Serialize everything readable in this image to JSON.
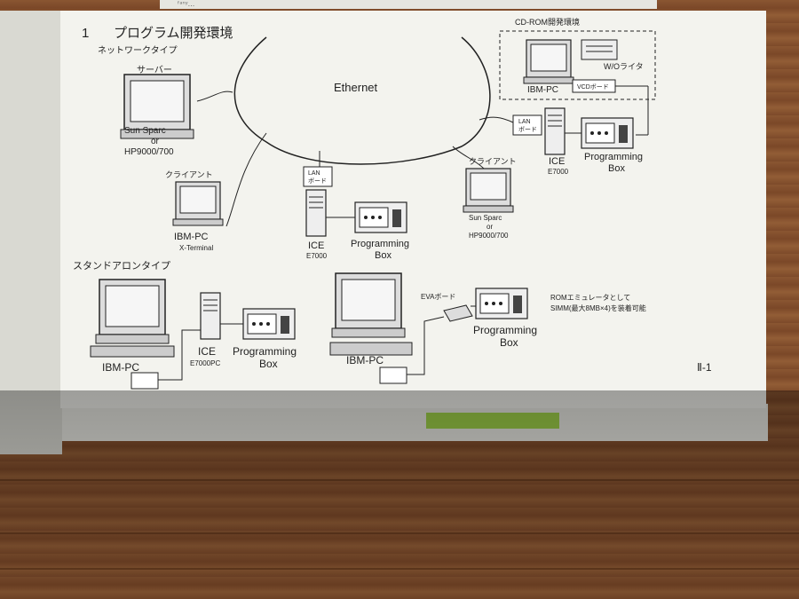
{
  "page": {
    "section_number": "1",
    "title": "プログラム開発環境",
    "page_number": "Ⅱ-1",
    "top_sliver_text": "ᶠᵃⁿʸ..."
  },
  "network": {
    "heading": "ネットワークタイプ",
    "cloud_label": "Ethernet",
    "server": {
      "heading": "サーバー",
      "line1": "Sun Sparc",
      "line2": "or",
      "line3": "HP9000/700"
    },
    "client_left": {
      "heading": "クライアント",
      "name": "IBM-PC",
      "sub": "X-Terminal"
    },
    "lan_center": {
      "line1": "LAN",
      "line2": "ボード"
    },
    "ice_center": {
      "name": "ICE",
      "model": "E7000"
    },
    "box_center": {
      "line1": "Programming",
      "line2": "Box"
    },
    "client_right": {
      "heading": "クライアント",
      "line1": "Sun Sparc",
      "line2": "or",
      "line3": "HP9000/700"
    },
    "cdrom": {
      "heading": "CD-ROM開発環境",
      "pc": "IBM-PC",
      "writer": "W/Oライタ",
      "vcd": "VCDボード"
    },
    "lan_right": {
      "line1": "LAN",
      "line2": "ボード"
    },
    "ice_right": {
      "name": "ICE",
      "model": "E7000"
    },
    "box_right": {
      "line1": "Programming",
      "line2": "Box"
    }
  },
  "standalone": {
    "heading": "スタンドアロンタイプ",
    "pc_left": "IBM-PC",
    "ice": {
      "name": "ICE",
      "model": "E7000PC"
    },
    "box_left": {
      "line1": "Programming",
      "line2": "Box"
    },
    "pc_right": "IBM-PC",
    "eva": "EVAボード",
    "box_right": {
      "line1": "Programming",
      "line2": "Box"
    },
    "rom_note1": "ROMエミュレータとして",
    "rom_note2": "SIMM(最大8MB×4)を装着可能"
  }
}
